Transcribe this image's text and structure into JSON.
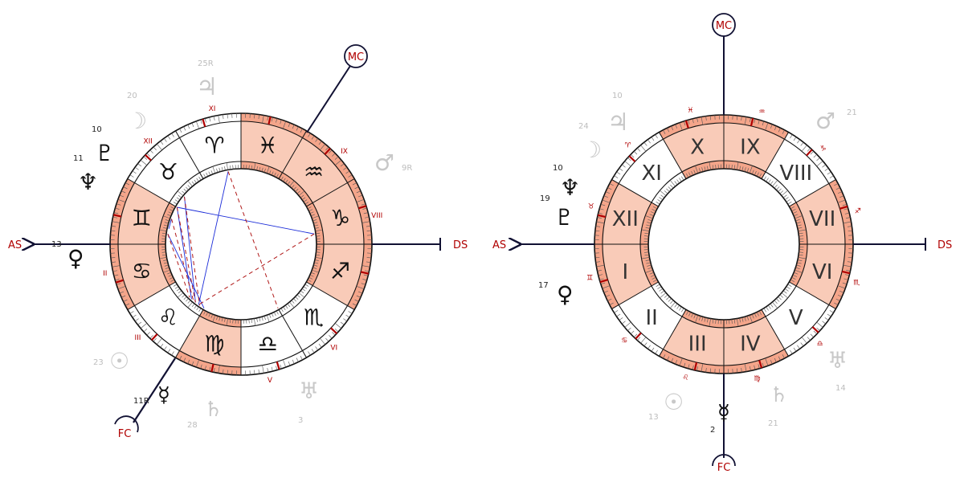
{
  "colors": {
    "ink": "#111111",
    "axis": "#111133",
    "accent_red": "#b00000",
    "highlight": "#f4a58a",
    "highlight_light": "#f9cbb8",
    "faded": "#c8c8c8",
    "aspect_blue": "#1a2bd8",
    "aspect_red": "#b01818"
  },
  "left_chart": {
    "as_label": "AS",
    "ds_label": "DS",
    "mc_label": "MC",
    "fc_label": "FC",
    "signs": [
      {
        "glyph": "♓",
        "name": "pisces",
        "highlight": true
      },
      {
        "glyph": "♈",
        "name": "aries",
        "highlight": false
      },
      {
        "glyph": "♉",
        "name": "taurus",
        "highlight": false
      },
      {
        "glyph": "♊",
        "name": "gemini",
        "highlight": true
      },
      {
        "glyph": "♋",
        "name": "cancer",
        "highlight": true
      },
      {
        "glyph": "♌",
        "name": "leo",
        "highlight": false
      },
      {
        "glyph": "♍",
        "name": "virgo",
        "highlight": true
      },
      {
        "glyph": "♎",
        "name": "libra",
        "highlight": false
      },
      {
        "glyph": "♏",
        "name": "scorpio",
        "highlight": false
      },
      {
        "glyph": "♐",
        "name": "sagittarius",
        "highlight": true
      },
      {
        "glyph": "♑",
        "name": "capricorn",
        "highlight": true
      },
      {
        "glyph": "♒",
        "name": "aquarius",
        "highlight": true
      }
    ],
    "house_labels": [
      "XI",
      "XII",
      "II",
      "III",
      "V",
      "VI",
      "VIII",
      "IX"
    ],
    "planets": [
      {
        "name": "jupiter",
        "glyph": "♃",
        "degree": "25R",
        "faded": true
      },
      {
        "name": "moon",
        "glyph": "☽",
        "degree": "20",
        "faded": true
      },
      {
        "name": "pluto",
        "glyph": "♇",
        "degree": "10",
        "faded": false
      },
      {
        "name": "neptune",
        "glyph": "♆",
        "degree": "11",
        "faded": false
      },
      {
        "name": "venus",
        "glyph": "♀",
        "degree": "13",
        "faded": false
      },
      {
        "name": "mars",
        "glyph": "♂",
        "degree": "9R",
        "faded": true
      },
      {
        "name": "sun",
        "glyph": "☉",
        "degree": "23",
        "faded": true
      },
      {
        "name": "mercury",
        "glyph": "☿",
        "degree": "11R",
        "faded": false
      },
      {
        "name": "saturn",
        "glyph": "♄",
        "degree": "28",
        "faded": true
      },
      {
        "name": "uranus",
        "glyph": "♅",
        "degree": "3",
        "faded": true
      }
    ]
  },
  "right_chart": {
    "as_label": "AS",
    "ds_label": "DS",
    "mc_label": "MC",
    "fc_label": "FC",
    "houses": [
      {
        "label": "X",
        "highlight": true
      },
      {
        "label": "IX",
        "highlight": true
      },
      {
        "label": "VIII",
        "highlight": false
      },
      {
        "label": "VII",
        "highlight": true
      },
      {
        "label": "VI",
        "highlight": true
      },
      {
        "label": "V",
        "highlight": false
      },
      {
        "label": "IV",
        "highlight": true
      },
      {
        "label": "III",
        "highlight": true
      },
      {
        "label": "II",
        "highlight": false
      },
      {
        "label": "I",
        "highlight": true
      },
      {
        "label": "XII",
        "highlight": true
      },
      {
        "label": "XI",
        "highlight": false
      }
    ],
    "cusp_signs": [
      "♓",
      "♒",
      "♑",
      "♐",
      "♏",
      "♎",
      "♍",
      "♌",
      "♋",
      "♊",
      "♉",
      "♈"
    ],
    "planets": [
      {
        "name": "jupiter",
        "glyph": "♃",
        "degree": "10",
        "faded": true
      },
      {
        "name": "moon",
        "glyph": "☽",
        "degree": "24",
        "faded": true
      },
      {
        "name": "neptune",
        "glyph": "♆",
        "degree": "10",
        "faded": false
      },
      {
        "name": "pluto",
        "glyph": "♇",
        "degree": "19",
        "faded": false
      },
      {
        "name": "venus",
        "glyph": "♀",
        "degree": "17",
        "faded": false
      },
      {
        "name": "mars",
        "glyph": "♂",
        "degree": "21",
        "faded": true
      },
      {
        "name": "uranus",
        "glyph": "♅",
        "degree": "14",
        "faded": true
      },
      {
        "name": "saturn",
        "glyph": "♄",
        "degree": "21",
        "faded": true
      },
      {
        "name": "sun",
        "glyph": "☉",
        "degree": "13",
        "faded": true
      },
      {
        "name": "mercury",
        "glyph": "☿",
        "degree": "2",
        "faded": false
      }
    ]
  }
}
